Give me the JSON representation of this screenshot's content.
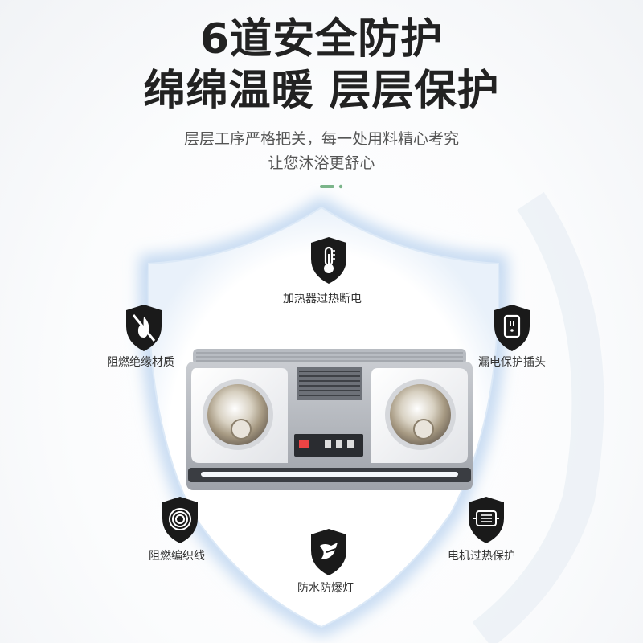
{
  "headline": {
    "line1": "6道安全防护",
    "line2": "绵绵温暖 层层保护"
  },
  "subtitle": {
    "line1": "层层工序严格把关，每一处用料精心考究",
    "line2": "让您沐浴更舒心"
  },
  "features": [
    {
      "label": "加热器过热断电",
      "icon": "thermometer-icon"
    },
    {
      "label": "阻燃绝缘材质",
      "icon": "flame-retardant-icon"
    },
    {
      "label": "漏电保护插头",
      "icon": "plug-icon"
    },
    {
      "label": "阻燃编织线",
      "icon": "cable-coil-icon"
    },
    {
      "label": "防水防爆灯",
      "icon": "waterproof-lamp-icon"
    },
    {
      "label": "电机过热保护",
      "icon": "motor-icon"
    }
  ],
  "colors": {
    "title": "#222222",
    "subtitle": "#555555",
    "accent_green": "#7bb58a",
    "badge": "#1a1a1a",
    "shield_glow": "#cfe1f5"
  },
  "product": {
    "icon": "bath-heater-image"
  }
}
